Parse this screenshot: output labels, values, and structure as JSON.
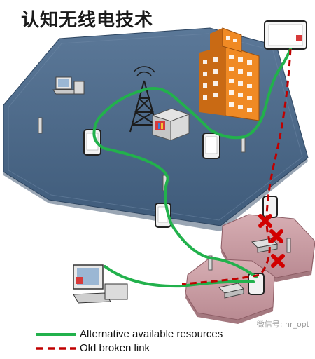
{
  "title": "认知无线电技术",
  "legend": [
    {
      "label": "Alternative available resources",
      "color": "#22b14c",
      "style": "solid"
    },
    {
      "label": "Old broken link",
      "color": "#c00000",
      "style": "dashed"
    }
  ],
  "watermark": "微信号: hr_opt",
  "colors": {
    "main_hexagon": "#4d6b8a",
    "small_hexagons": "#c9a0a6",
    "building": "#f08a24",
    "green_link": "#22b14c",
    "red_link": "#c00000"
  },
  "icons": [
    "laptop-icon",
    "server-icon",
    "cell-tower-icon",
    "building-icon",
    "smartphone-icon",
    "antenna-icon",
    "desktop-computer-icon",
    "router-icon",
    "broken-link-x-icon"
  ]
}
